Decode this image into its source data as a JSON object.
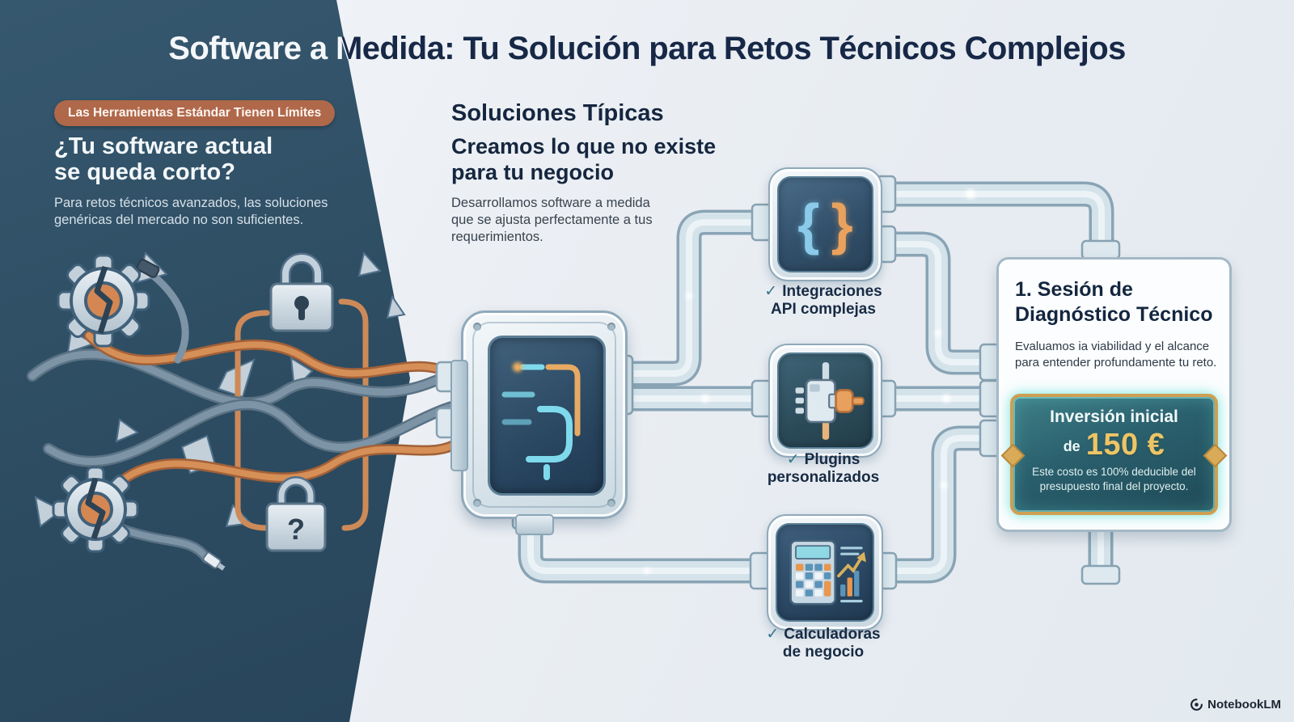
{
  "title": "Software a Medida: Tu Solución para Retos Técnicos Complejos",
  "left_panel": {
    "badge": "Las Herramientas Estándar Tienen Límites",
    "heading": [
      "¿Tu software actual",
      "se queda corto?"
    ],
    "paragraph": [
      "Para retos técnicos avanzados, las soluciones",
      "genéricas del mercado no son suficientes."
    ]
  },
  "solutions": {
    "heading": "Soluciones Típicas",
    "subheading": [
      "Creamos lo que no existe",
      "para tu negocio"
    ],
    "paragraph": [
      "Desarrollamos software a medida",
      "que se ajusta perfectamente a tus",
      "requerimientos."
    ],
    "items": [
      {
        "check": "✓",
        "label": [
          "Integraciones",
          "API complejas"
        ],
        "icon_glyph_left": "{",
        "icon_glyph_right": "}"
      },
      {
        "check": "✓",
        "label": [
          "Plugins",
          "personalizados"
        ]
      },
      {
        "check": "✓",
        "label": [
          "Calculadoras",
          "de negocio"
        ]
      }
    ]
  },
  "diagnosis_card": {
    "heading": [
      "1. Sesión de",
      "Diagnóstico Técnico"
    ],
    "paragraph": [
      "Evaluamos ia viabilidad y el alcance",
      "para entender profundamente tu reto."
    ],
    "plaque": {
      "title": "Inversión inicial",
      "price_prefix": "de",
      "price": "150 €",
      "note": [
        "Este costo es 100% deducible del",
        "presupuesto final del proyecto."
      ]
    }
  },
  "watermark": "NotebookLM",
  "colors": {
    "dark_panel": "#2c4b61",
    "badge": "#b0684a",
    "navy_text": "#172847",
    "teal_check": "#35758a",
    "plaque_gold_border": "#cf9f52",
    "price_gold": "#ecc567",
    "glow_cyan": "#7fe3f2",
    "glow_orange": "#f4b668"
  }
}
